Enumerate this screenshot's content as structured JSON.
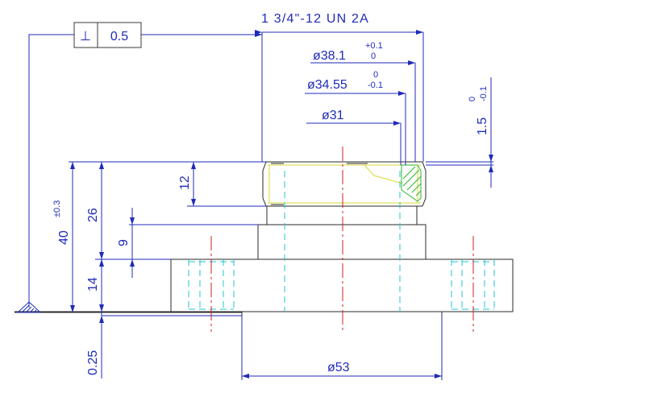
{
  "thread_callout": "1 3/4\"-12 UN 2A",
  "tolerance_frame": {
    "symbol": "⊥",
    "value": "0.5"
  },
  "diameters": {
    "d38": {
      "label": "ø38.1",
      "tol_upper": "+0.1",
      "tol_lower": "0"
    },
    "d34": {
      "label": "ø34.55",
      "tol_upper": "0",
      "tol_lower": "-0.1"
    },
    "d31": {
      "label": "ø31"
    },
    "d53": {
      "label": "ø53"
    }
  },
  "chamfer": {
    "label": "1.5",
    "tol_upper": "0",
    "tol_lower": "-0.1"
  },
  "heights": {
    "h12": "12",
    "h26": "26",
    "h9": "9",
    "h14": "14",
    "h40": "40",
    "h40_tol": "±0.3",
    "h025": "0.25"
  },
  "colors": {
    "dimension": "#1f2bb8",
    "outline": "#2a2a2a",
    "hidden": "#22c4cf",
    "centerline": "#d61f1f",
    "thread": "#d9d93a",
    "hatch": "#2fb52f"
  }
}
